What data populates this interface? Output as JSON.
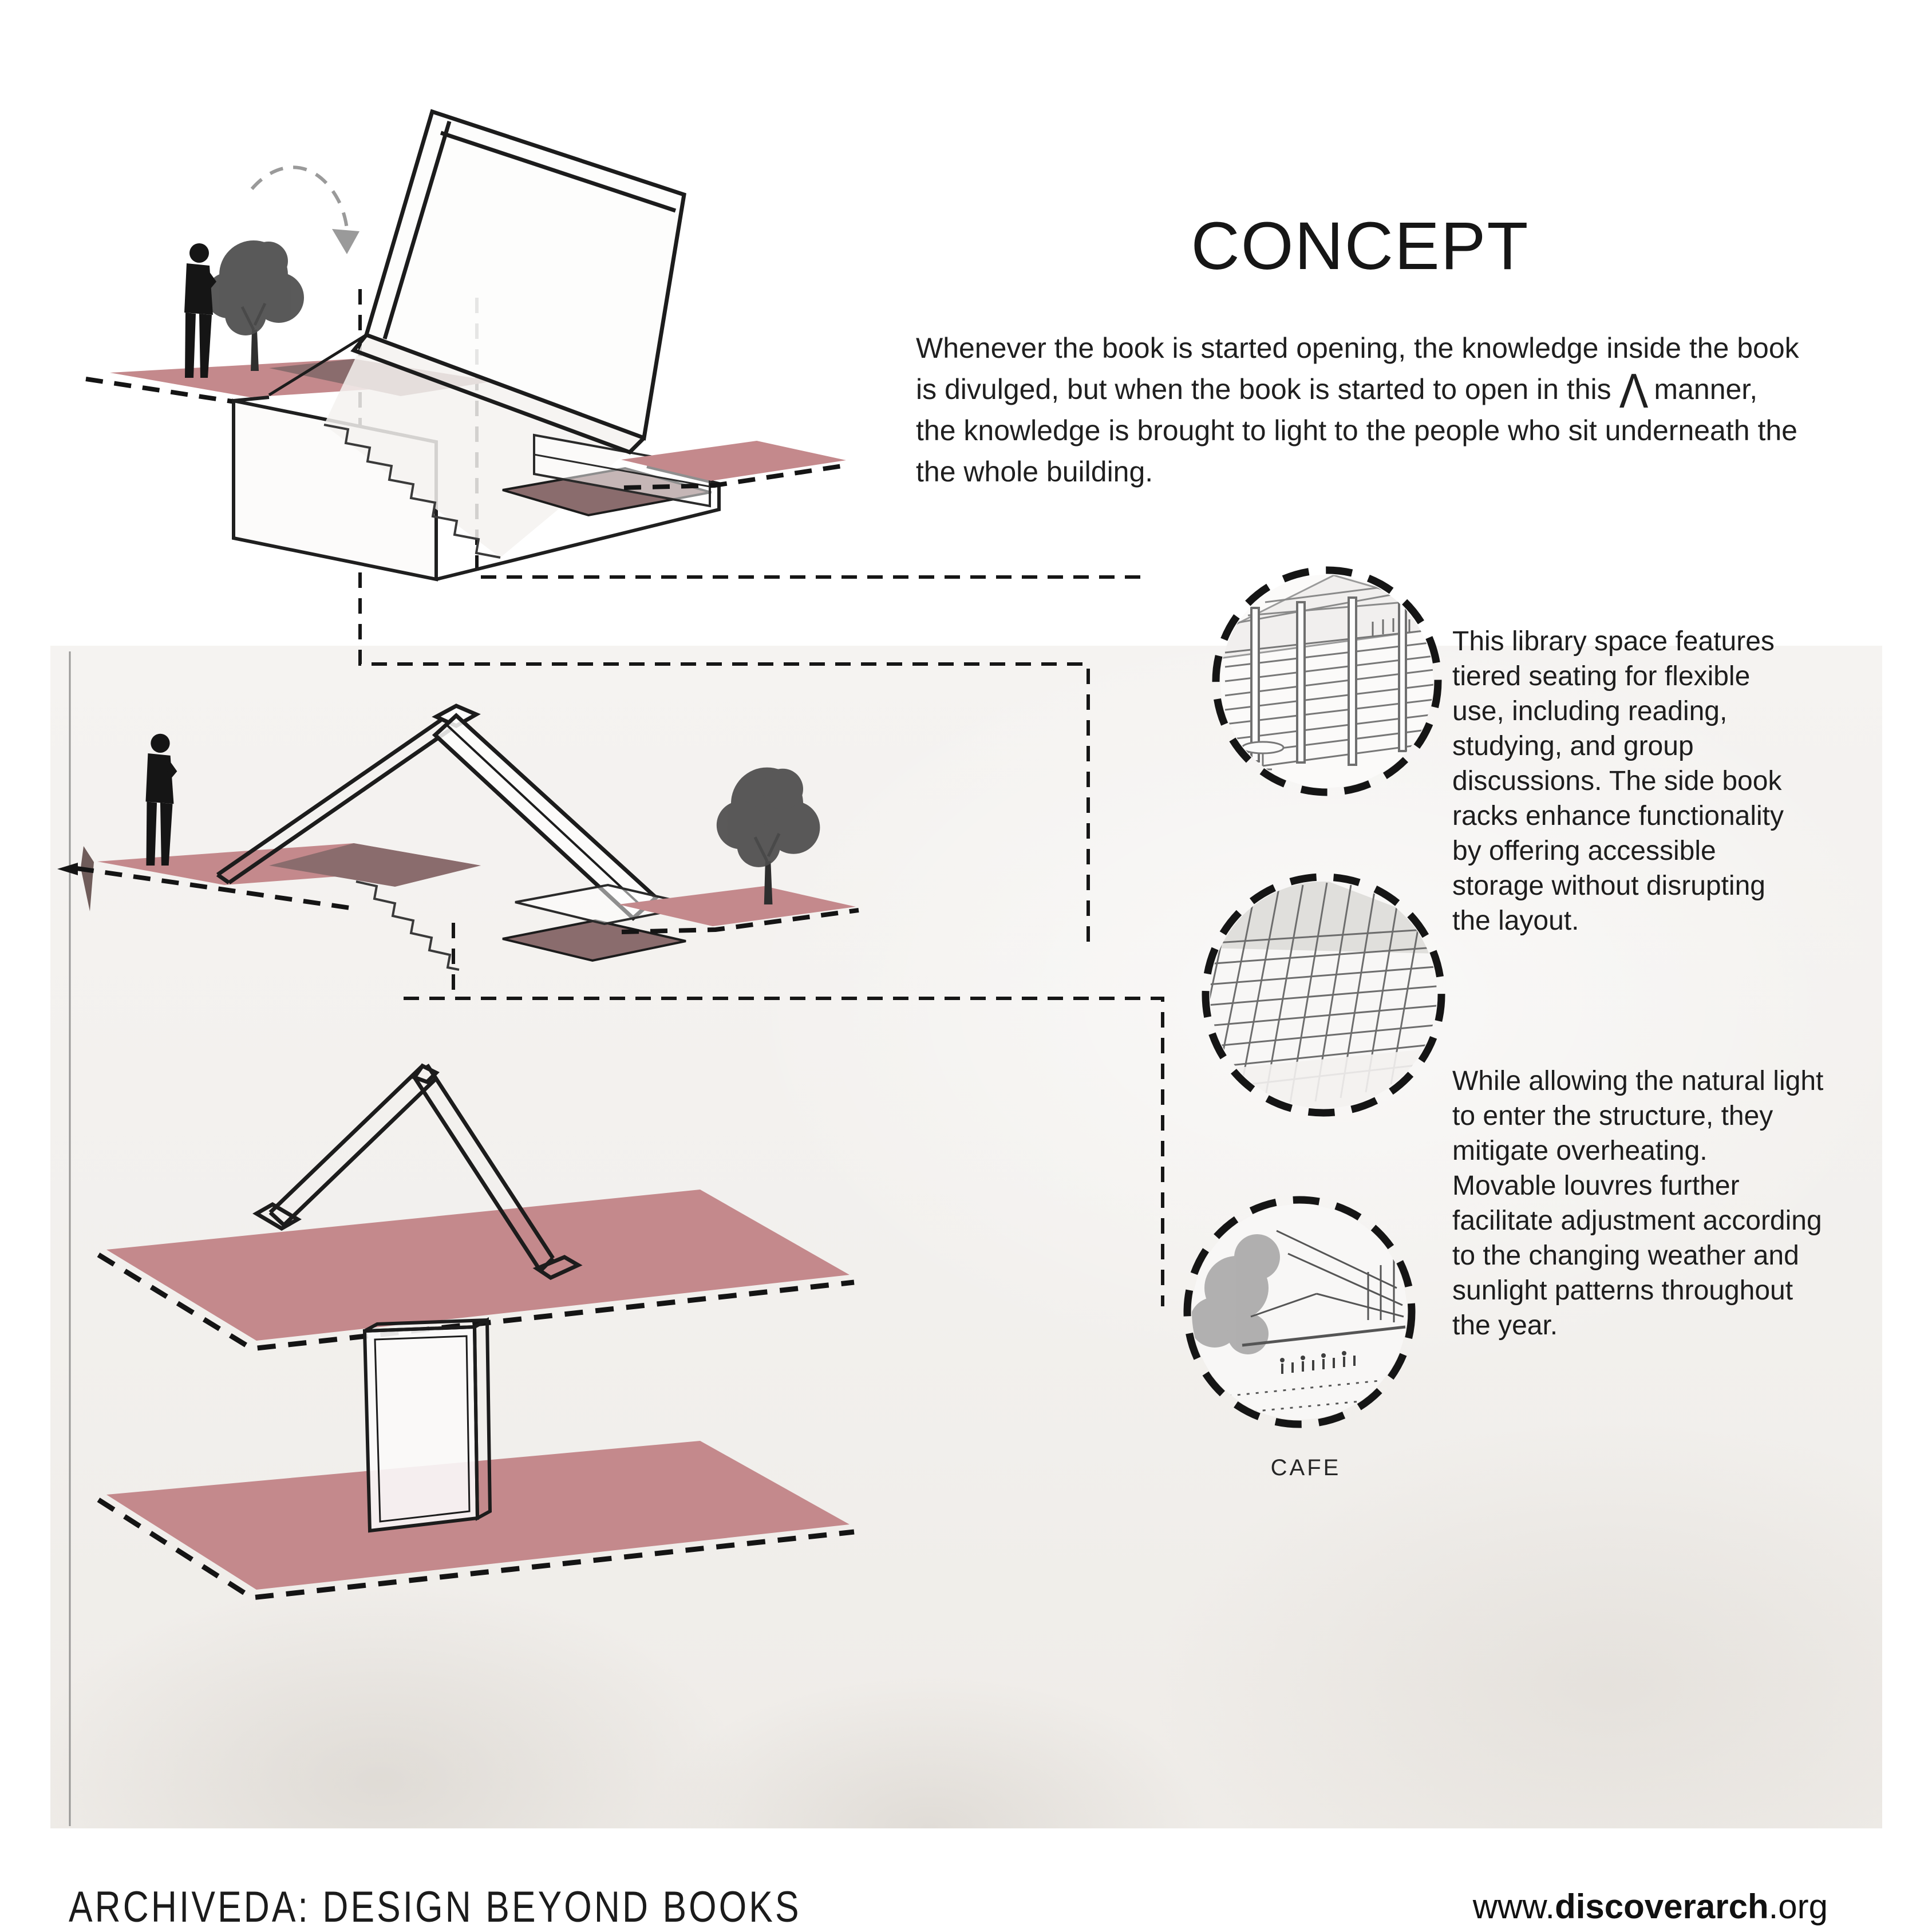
{
  "header": {
    "title": "CONCEPT",
    "intro": {
      "line1": "Whenever the book is started opening, the knowledge inside the book",
      "line2_pre": "is divulged, but when the book is started to open in this",
      "line2_caret": "Λ",
      "line2_post": "manner,",
      "line3": "the knowledge is brought to light to the people who sit underneath the",
      "line4": "the whole building."
    }
  },
  "annotations": {
    "library": {
      "lines": [
        "This library space features",
        "tiered seating for flexible",
        "use, including reading,",
        "studying, and group",
        "discussions. The side book",
        "racks enhance functionality",
        "by offering accessible",
        "storage without disrupting",
        "the layout."
      ]
    },
    "louvres": {
      "lines": [
        "While allowing the natural light",
        "to enter the structure, they",
        "mitigate overheating.",
        "Movable louvres further",
        "facilitate adjustment according",
        "to the changing weather and",
        "sunlight patterns throughout",
        "the year."
      ]
    }
  },
  "labels": {
    "cafe": "CAFE"
  },
  "footer": {
    "left": "ARCHIVEDA: DESIGN BEYOND BOOKS",
    "right_pre": "www.",
    "right_bold": "discoverarch",
    "right_post": ".org"
  },
  "figures": {
    "circle1": "tiered-seating-interior-sketch",
    "circle2": "waffle-grid-roof-louvre-sketch",
    "circle3": "cafe-courtyard-sketch",
    "stage1": "book-building-opening-over-stepped-base",
    "stage2": "book-building-more-open-axonometric",
    "stage3": "open-book-tent-on-plate",
    "stage4": "closed-book-slab-on-plate"
  },
  "colors": {
    "platform_pink": "#c4898c",
    "platform_shadow": "#8a6c6d",
    "dash_black": "#161616",
    "sketch_stroke": "#6f6f6f",
    "paper": "#f2f0ed"
  }
}
